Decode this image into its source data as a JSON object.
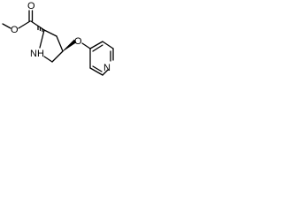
{
  "molecule": {
    "atom_labels": {
      "carbonyl_oxygen": "O",
      "ester_oxygen": "O",
      "ring_nitrogen": "N",
      "nh_hydrogen": "H",
      "ether_oxygen": "O",
      "pyridine_nitrogen": "N"
    },
    "colors": {
      "bond": "#000000",
      "background": "#ffffff"
    }
  }
}
